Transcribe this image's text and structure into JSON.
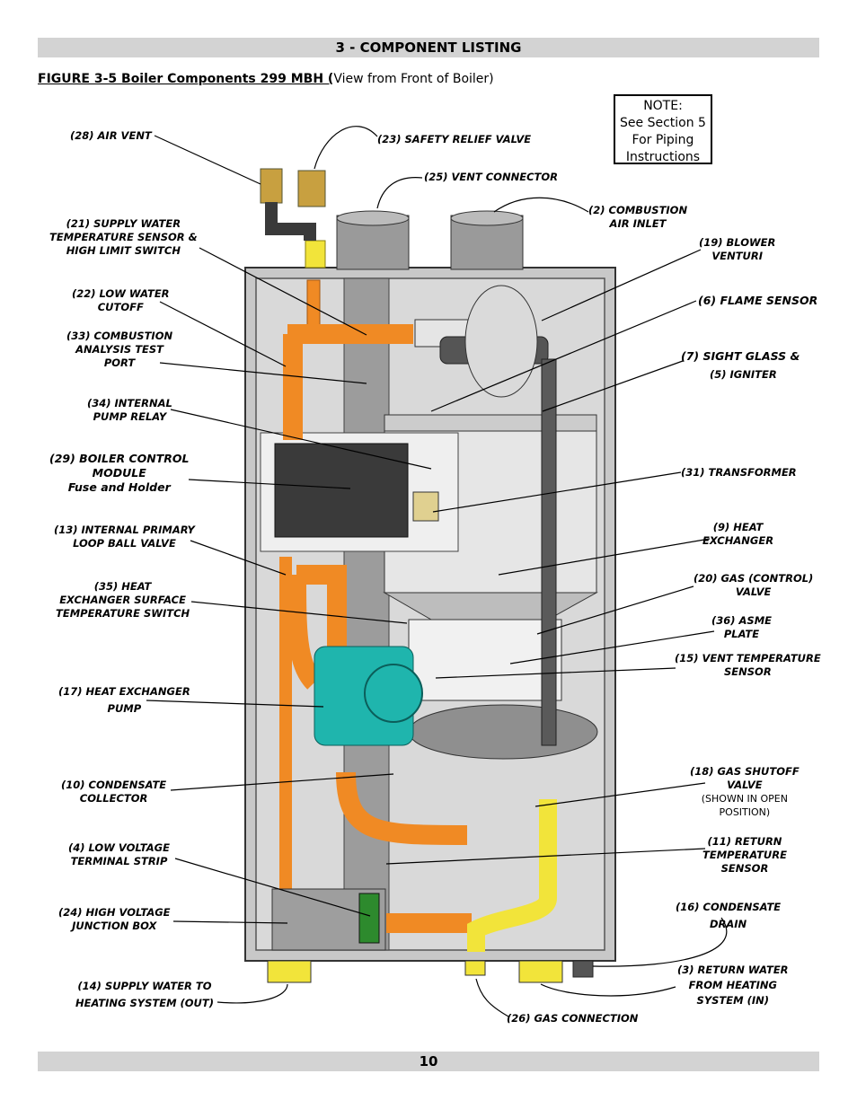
{
  "header": {
    "title": "3 - COMPONENT LISTING"
  },
  "figure": {
    "title": "FIGURE 3-5  Boiler Components   299 MBH (",
    "title_rest": "View from Front of Boiler)"
  },
  "note": {
    "line1": "NOTE:",
    "line2": "See Section 5",
    "line3": "For Piping",
    "line4": "Instructions"
  },
  "labels": {
    "air_vent": "(28) AIR VENT",
    "safety_relief": "(23) SAFETY RELIEF VALVE",
    "vent_connector": "(25) VENT CONNECTOR",
    "combustion_air_1": "(2) COMBUSTION",
    "combustion_air_2": "AIR INLET",
    "supply_sensor_1": "(21) SUPPLY WATER",
    "supply_sensor_2": "TEMPERATURE SENSOR &",
    "supply_sensor_3": "HIGH LIMIT SWITCH",
    "blower_1": "(19) BLOWER",
    "blower_2": "VENTURI",
    "low_water_1": "(22) LOW WATER",
    "low_water_2": "CUTOFF",
    "flame_sensor": "(6) FLAME SENSOR",
    "analysis_1": "(33) COMBUSTION",
    "analysis_2": "ANALYSIS TEST",
    "analysis_3": "PORT",
    "sight_glass": "(7) SIGHT GLASS  &",
    "igniter": "(5) IGNITER",
    "pump_relay_1": "(34) INTERNAL",
    "pump_relay_2": "PUMP RELAY",
    "control_1": "(29) BOILER CONTROL",
    "control_2": "MODULE",
    "control_3": "Fuse and Holder",
    "transformer": "(31) TRANSFORMER",
    "ball_valve_1": "(13)  INTERNAL PRIMARY",
    "ball_valve_2": "LOOP BALL VALVE",
    "heat_ex_1": "(9) HEAT",
    "heat_ex_2": "EXCHANGER",
    "surface_1": "(35) HEAT",
    "surface_2": "EXCHANGER SURFACE",
    "surface_3": "TEMPERATURE SWITCH",
    "gas_valve_1": "(20) GAS (CONTROL)",
    "gas_valve_2": "VALVE",
    "asme_1": "(36) ASME",
    "asme_2": "PLATE",
    "vent_temp_1": "(15) VENT TEMPERATURE",
    "vent_temp_2": "SENSOR",
    "pump_1": "(17) HEAT EXCHANGER",
    "pump_2": "PUMP",
    "condensate_1": "(10) CONDENSATE",
    "condensate_2": "COLLECTOR",
    "gas_shutoff_1": "(18) GAS SHUTOFF",
    "gas_shutoff_2": "VALVE",
    "gas_shutoff_3": "(SHOWN IN OPEN",
    "gas_shutoff_4": "POSITION)",
    "low_voltage_1": "(4) LOW VOLTAGE",
    "low_voltage_2": "TERMINAL STRIP",
    "return_sensor_1": "(11) RETURN",
    "return_sensor_2": "TEMPERATURE",
    "return_sensor_3": "SENSOR",
    "high_voltage_1": "(24) HIGH VOLTAGE",
    "high_voltage_2": "JUNCTION BOX",
    "drain_1": "(16) CONDENSATE",
    "drain_2": "DRAIN",
    "supply_out_1": "(14) SUPPLY WATER TO",
    "supply_out_2": "HEATING SYSTEM (OUT)",
    "return_in_1": "(3) RETURN WATER",
    "return_in_2": "FROM HEATING",
    "return_in_3": "SYSTEM (IN)",
    "gas_conn": "(26) GAS CONNECTION"
  },
  "footer": {
    "page_number": "10"
  },
  "colors": {
    "bar": "#d3d3d3",
    "pipe_orange": "#f08a24",
    "pipe_yellow": "#f2e43a",
    "pump_teal": "#1fb5ad",
    "cabinet": "#c8c8c8"
  }
}
